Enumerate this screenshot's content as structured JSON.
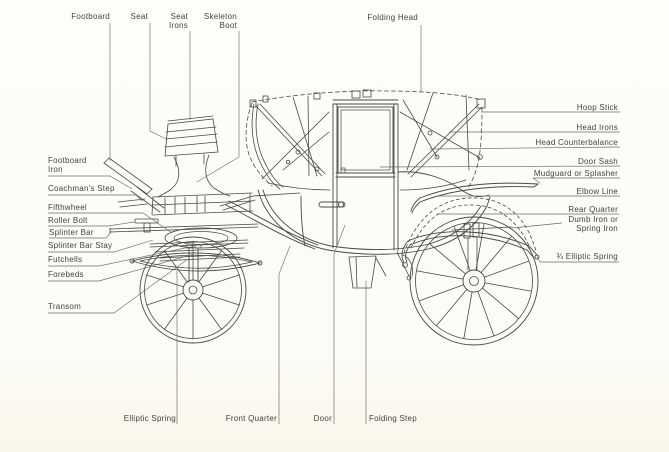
{
  "colors": {
    "background": "#fbfaf5",
    "line": "#4b4844",
    "leader": "#6e6b64",
    "text": "#45433f"
  },
  "labels": {
    "footboard": "Footboard",
    "seat": "Seat",
    "seat_irons": "Seat Irons",
    "skeleton_boot": "Skeleton Boot",
    "folding_head": "Folding Head",
    "hoop_stick": "Hoop Stick",
    "head_irons": "Head Irons",
    "head_counterbalance": "Head Counterbalance",
    "door_sash": "Door Sash",
    "mudguard_or_splasher": "Mudguard or Splasher",
    "elbow_line": "Elbow Line",
    "rear_quarter": "Rear Quarter",
    "dumb_iron_or_spring_iron": "Dumb Iron or Spring Iron",
    "three_quarter_elliptic_spring": "¾ Elliptic Spring",
    "footboard_iron": "Footboard Iron",
    "coachmans_step": "Coachman's Step",
    "fifthwheel": "Fifthwheel",
    "roller_bolt": "Roller Bolt",
    "splinter_bar": "Splinter Bar",
    "splinter_bar_stay": "Splinter Bar Stay",
    "futchells": "Futchells",
    "forebeds": "Forebeds",
    "transom": "Transom",
    "elliptic_spring": "Elliptic Spring",
    "front_quarter": "Front Quarter",
    "door": "Door",
    "folding_step": "Folding Step"
  }
}
